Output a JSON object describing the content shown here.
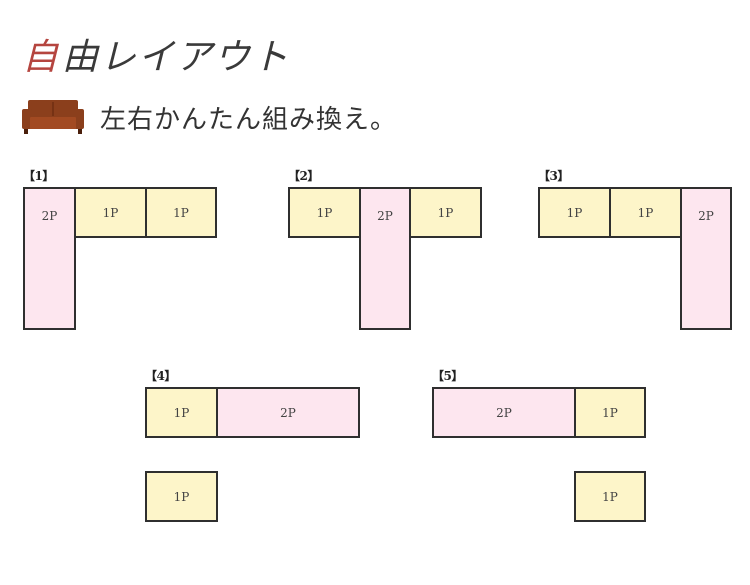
{
  "title": {
    "accent": "自",
    "rest": "由レイアウト"
  },
  "subtitle": {
    "text": "左右かんたん組み換え。",
    "icon": "sofa-icon",
    "icon_color": "#8b3f1c"
  },
  "colors": {
    "one_p": "#fdf5c9",
    "two_p": "#fde6ef",
    "border": "#2f2f2f",
    "accent": "#b5453f"
  },
  "layouts": [
    {
      "label": "【1】",
      "seats": [
        "2P",
        "1P",
        "1P"
      ]
    },
    {
      "label": "【2】",
      "seats": [
        "1P",
        "2P",
        "1P"
      ]
    },
    {
      "label": "【3】",
      "seats": [
        "1P",
        "1P",
        "2P"
      ]
    },
    {
      "label": "【4】",
      "seats": [
        "1P",
        "2P",
        "1P"
      ]
    },
    {
      "label": "【5】",
      "seats": [
        "2P",
        "1P",
        "1P"
      ]
    }
  ]
}
